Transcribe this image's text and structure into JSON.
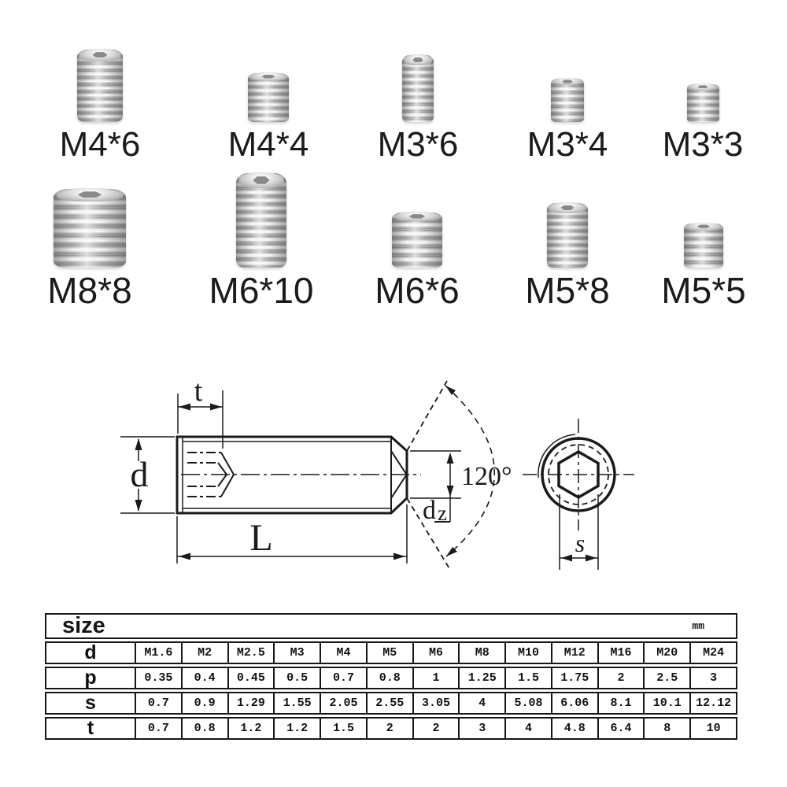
{
  "colors": {
    "ink": "#1a1a1a",
    "paper": "#ffffff",
    "metal": "#c9c9c9"
  },
  "product_grid": {
    "row1": [
      {
        "label": "M4*6"
      },
      {
        "label": "M4*4"
      },
      {
        "label": "M3*6"
      },
      {
        "label": "M3*4"
      },
      {
        "label": "M3*3"
      }
    ],
    "row2": [
      {
        "label": "M8*8"
      },
      {
        "label": "M6*10"
      },
      {
        "label": "M6*6"
      },
      {
        "label": "M5*8"
      },
      {
        "label": "M5*5"
      }
    ]
  },
  "diagram": {
    "labels": {
      "t": "t",
      "d": "d",
      "L": "L",
      "angle": "120°",
      "dz_d": "d",
      "dz_z": "z",
      "s": "s"
    }
  },
  "size_table": {
    "title": "size",
    "unit": "mm",
    "rows": [
      {
        "header": "d",
        "values": [
          "M1.6",
          "M2",
          "M2.5",
          "M3",
          "M4",
          "M5",
          "M6",
          "M8",
          "M10",
          "M12",
          "M16",
          "M20",
          "M24"
        ]
      },
      {
        "header": "p",
        "values": [
          "0.35",
          "0.4",
          "0.45",
          "0.5",
          "0.7",
          "0.8",
          "1",
          "1.25",
          "1.5",
          "1.75",
          "2",
          "2.5",
          "3"
        ]
      },
      {
        "header": "s",
        "values": [
          "0.7",
          "0.9",
          "1.29",
          "1.55",
          "2.05",
          "2.55",
          "3.05",
          "4",
          "5.08",
          "6.06",
          "8.1",
          "10.1",
          "12.12"
        ]
      },
      {
        "header": "t",
        "values": [
          "0.7",
          "0.8",
          "1.2",
          "1.2",
          "1.5",
          "2",
          "2",
          "3",
          "4",
          "4.8",
          "6.4",
          "8",
          "10"
        ]
      }
    ]
  }
}
